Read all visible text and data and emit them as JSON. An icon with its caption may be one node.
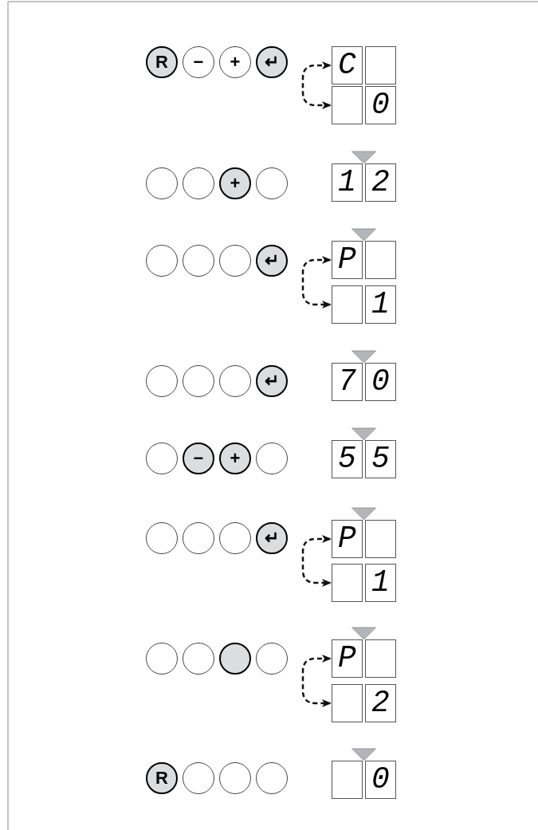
{
  "diagram": {
    "nodes": [
      {
        "text": [
          "R"
        ]
      },
      {
        "text": [
          "−"
        ]
      },
      {
        "text": [
          "+"
        ]
      },
      {
        "text": [
          "↵"
        ]
      },
      {
        "text": [
          "C"
        ]
      },
      {
        "text": [
          "0"
        ]
      },
      {
        "text": [],
        "shape": "circle"
      },
      {
        "text": [],
        "shape": "circle"
      },
      {
        "text": [
          "+"
        ]
      },
      {
        "text": [],
        "shape": "circle"
      },
      {
        "text": [
          "1",
          "2"
        ]
      },
      {
        "text": [],
        "shape": "circle"
      },
      {
        "text": [],
        "shape": "circle"
      },
      {
        "text": [],
        "shape": "circle"
      },
      {
        "text": [
          "↵"
        ]
      },
      {
        "text": [
          "P"
        ]
      },
      {
        "text": [
          "1"
        ]
      },
      {
        "text": [],
        "shape": "circle"
      },
      {
        "text": [],
        "shape": "circle"
      },
      {
        "text": [],
        "shape": "circle"
      },
      {
        "text": [
          "↵"
        ]
      },
      {
        "text": [
          "7",
          "0"
        ]
      },
      {
        "text": [],
        "shape": "circle"
      },
      {
        "text": [
          "−"
        ]
      },
      {
        "text": [
          "+"
        ]
      },
      {
        "text": [],
        "shape": "circle"
      },
      {
        "text": [
          "5",
          "5"
        ]
      },
      {
        "text": [],
        "shape": "circle"
      },
      {
        "text": [],
        "shape": "circle"
      },
      {
        "text": [],
        "shape": "circle"
      },
      {
        "text": [
          "↵"
        ]
      },
      {
        "text": [
          "P"
        ]
      },
      {
        "text": [
          "1"
        ]
      },
      {
        "text": [],
        "shape": "circle"
      },
      {
        "text": [],
        "shape": "circle"
      },
      {
        "text": [],
        "shape": "circle"
      },
      {
        "text": [],
        "shape": "circle"
      },
      {
        "text": [
          "P"
        ]
      },
      {
        "text": [
          "2"
        ]
      },
      {
        "text": [
          "R"
        ]
      },
      {
        "text": [],
        "shape": "circle"
      },
      {
        "text": [],
        "shape": "circle"
      },
      {
        "text": [],
        "shape": "circle"
      },
      {
        "text": [
          "0"
        ]
      }
    ],
    "edges": [
      {
        "from": 4,
        "to": 5,
        "arrow": "both",
        "style": "dashed"
      },
      {
        "from": 5,
        "to": 10,
        "arrow": "to"
      },
      {
        "from": 10,
        "to": 15,
        "arrow": "to"
      },
      {
        "from": 15,
        "to": 16,
        "arrow": "both",
        "style": "dashed"
      },
      {
        "from": 16,
        "to": 21,
        "arrow": "to"
      },
      {
        "from": 21,
        "to": 26,
        "arrow": "to"
      },
      {
        "from": 26,
        "to": 31,
        "arrow": "to"
      },
      {
        "from": 31,
        "to": 32,
        "arrow": "both",
        "style": "dashed"
      },
      {
        "from": 32,
        "to": 37,
        "arrow": "to"
      },
      {
        "from": 37,
        "to": 38,
        "arrow": "both",
        "style": "dashed"
      },
      {
        "from": 38,
        "to": 43,
        "arrow": "to"
      }
    ]
  }
}
